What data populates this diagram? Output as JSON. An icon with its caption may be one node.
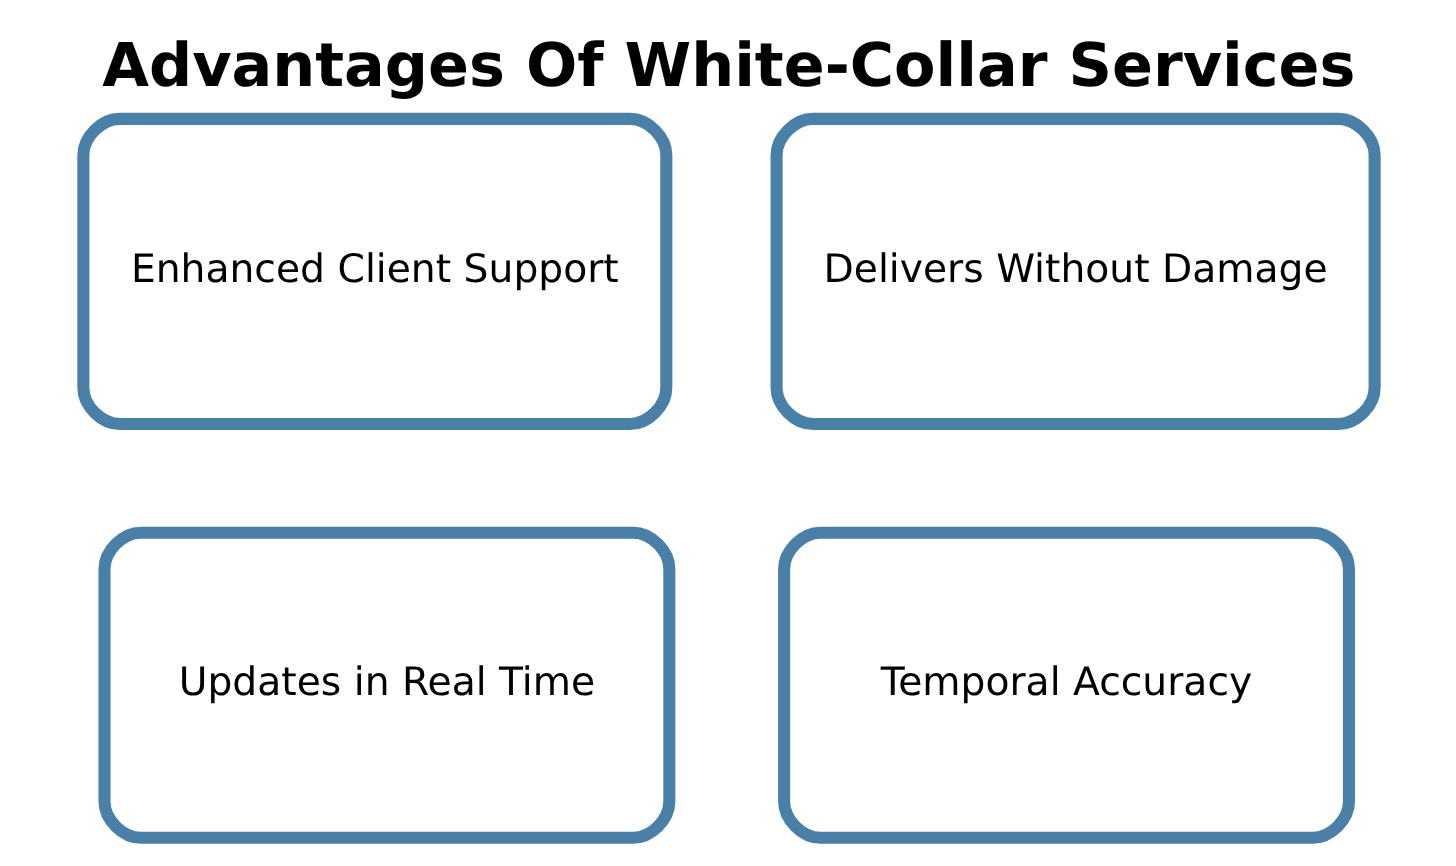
{
  "diagram": {
    "title": "Advantages Of White-Collar Services",
    "nodes": [
      {
        "text": [
          "Enhanced Client Support"
        ]
      },
      {
        "text": [
          "Delivers Without Damage"
        ]
      },
      {
        "text": [
          "Updates in Real Time"
        ]
      },
      {
        "text": [
          "Temporal Accuracy"
        ]
      }
    ]
  }
}
